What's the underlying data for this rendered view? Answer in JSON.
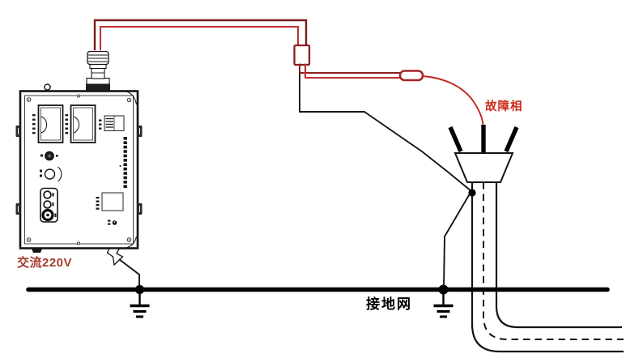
{
  "diagram": {
    "title_hint": "cable fault tester connection diagram",
    "labels": {
      "ac_supply": "交流220V",
      "fault_phase": "故障相",
      "ground_grid": "接地网"
    },
    "colors": {
      "background": "#ffffff",
      "line_black": "#141414",
      "wire_red": "#c1281e",
      "wire_dark_red": "#7a1c1c",
      "label_fault_red": "#cb2a1b",
      "label_ac_red": "#a53a2e",
      "label_ground_black": "#000000"
    },
    "icons": {
      "earth-symbol": "three stacked bars of decreasing width under a stem",
      "junction-node": "filled black circle",
      "analog-meter": "rectangle with left-side dial arc",
      "hv-bushing": "ribbed cylindrical connector on top of device"
    }
  }
}
